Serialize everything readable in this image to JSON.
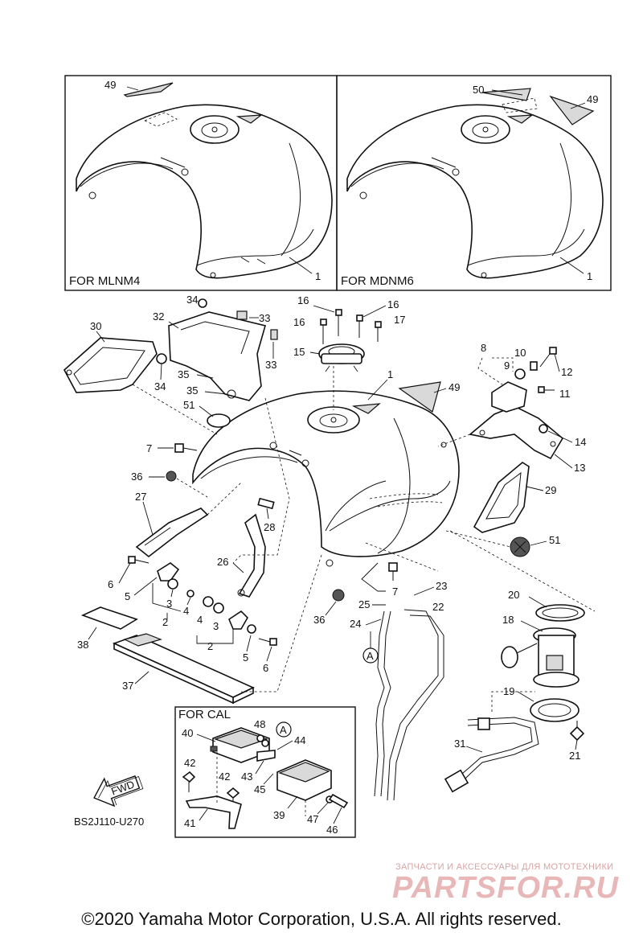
{
  "diagram_code": "BS2J110-U270",
  "copyright": "©2020 Yamaha Motor Corporation, U.S.A. All rights reserved.",
  "watermark": {
    "subtitle": "ЗАПЧАСТИ И АКСЕССУАРЫ ДЛЯ МОТОТЕХНИКИ",
    "brand": "PARTSFOR.RU"
  },
  "inset_boxes": {
    "mlnm4": "FOR MLNM4",
    "mdnm6": "FOR MDNM6",
    "cal": "FOR CAL"
  },
  "fwd_label": "FWD",
  "circle_a": "A",
  "callouts": {
    "c49a": "49",
    "c1a": "1",
    "c50": "50",
    "c49b": "49",
    "c1b": "1",
    "c34a": "34",
    "c32": "32",
    "c33a": "33",
    "c33b": "33",
    "c30": "30",
    "c34b": "34",
    "c35a": "35",
    "c35b": "35",
    "c51a": "51",
    "c16a": "16",
    "c16b": "16",
    "c16c": "16",
    "c17": "17",
    "c15": "15",
    "c1c": "1",
    "c49c": "49",
    "c8": "8",
    "c10": "10",
    "c9": "9",
    "c12": "12",
    "c11": "11",
    "c14": "14",
    "c13": "13",
    "c7a": "7",
    "c36a": "36",
    "c27": "27",
    "c28": "28",
    "c26": "26",
    "c29": "29",
    "c51b": "51",
    "c6a": "6",
    "c5a": "5",
    "c3a": "3",
    "c4a": "4",
    "c2a": "2",
    "c4b": "4",
    "c3b": "3",
    "c2b": "2",
    "c5b": "5",
    "c6b": "6",
    "c7b": "7",
    "c23": "23",
    "c25": "25",
    "c22": "22",
    "c36b": "36",
    "c24": "24",
    "c20": "20",
    "c18": "18",
    "c19": "19",
    "c21": "21",
    "c31": "31",
    "c38": "38",
    "c37": "37",
    "c40": "40",
    "c48": "48",
    "c44": "44",
    "c42a": "42",
    "c42b": "42",
    "c43": "43",
    "c45": "45",
    "c39": "39",
    "c41": "41",
    "c47": "47",
    "c46": "46"
  }
}
